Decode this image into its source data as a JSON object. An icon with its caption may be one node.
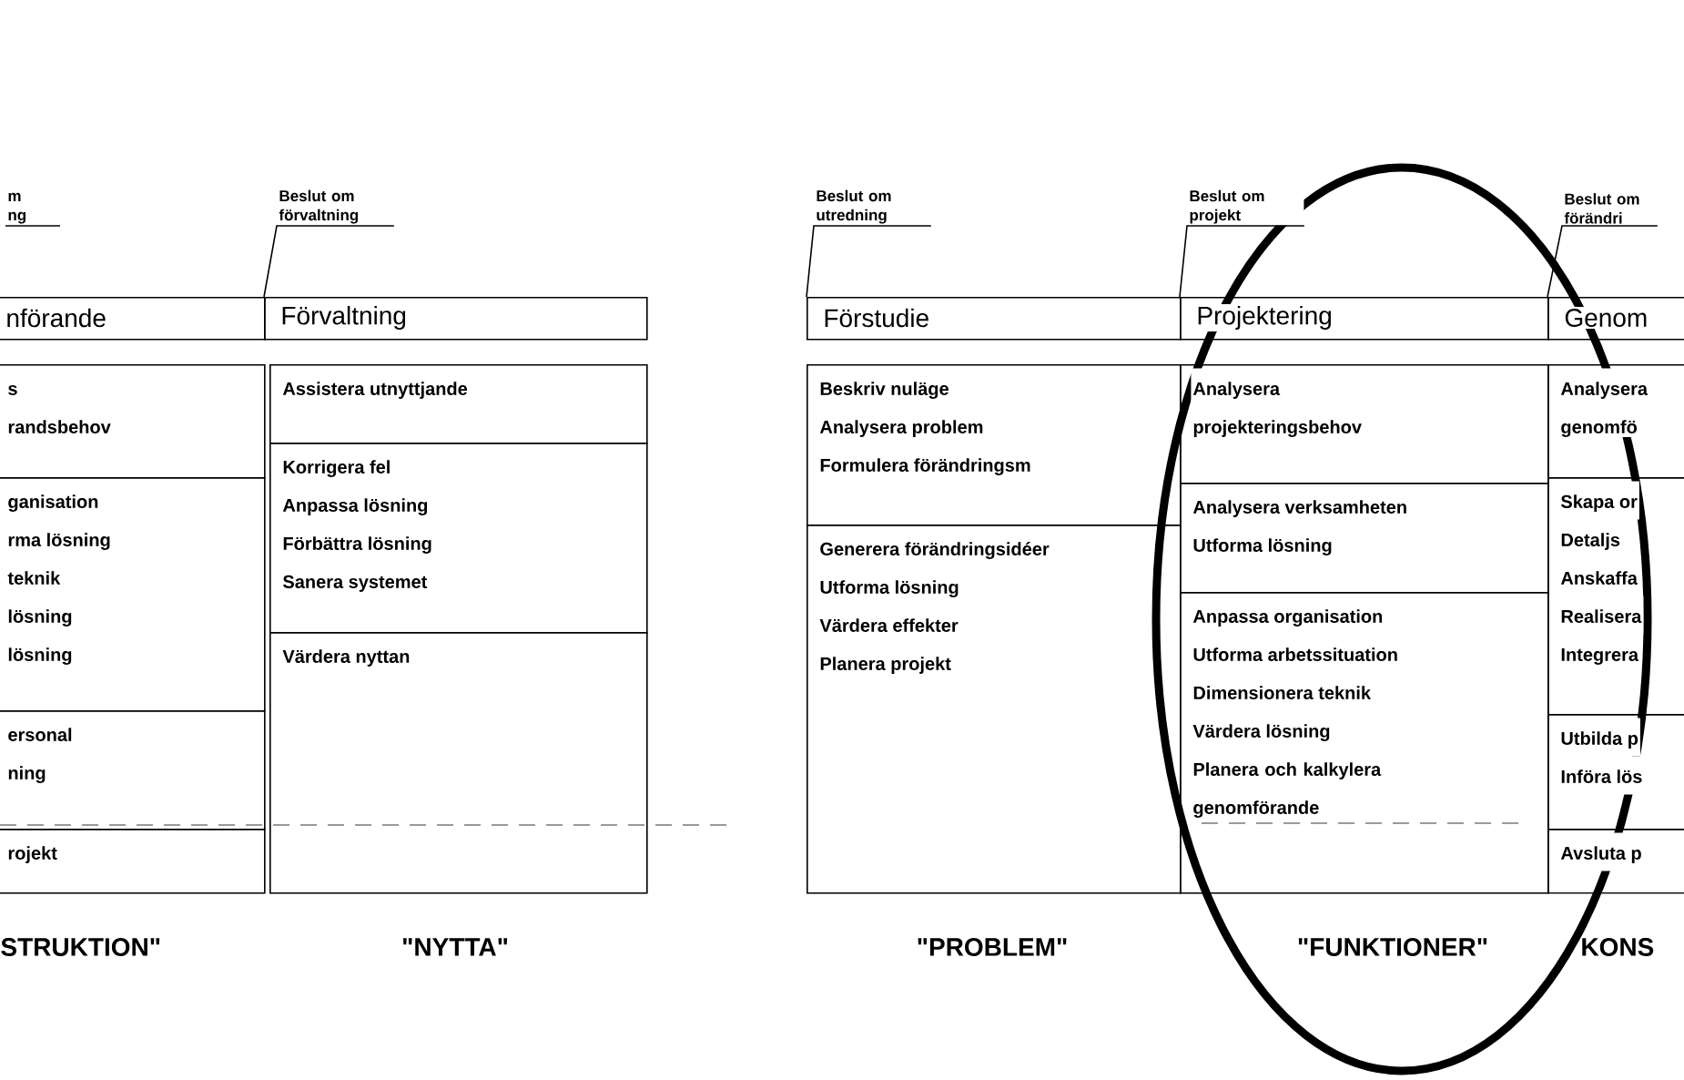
{
  "diagram": {
    "nodes": [
      {
        "text": [
          "m ng"
        ]
      },
      {
        "text": [
          "Beslut om förvaltning"
        ]
      },
      {
        "text": [
          "Beslut om utredning"
        ]
      },
      {
        "text": [
          "Beslut om projekt"
        ]
      },
      {
        "text": [
          "Beslut om förändri"
        ]
      },
      {
        "text": [
          "nförande"
        ]
      },
      {
        "text": [
          "Förvaltning"
        ]
      },
      {
        "text": [
          "Förstudie"
        ]
      },
      {
        "text": [
          "Projektering"
        ]
      },
      {
        "text": [
          "Genom"
        ]
      },
      {
        "text": [
          "s",
          "randsbehov"
        ]
      },
      {
        "text": [
          "ganisation",
          "rma lösning",
          "teknik",
          "lösning",
          "lösning"
        ]
      },
      {
        "text": [
          "ersonal",
          "ning"
        ]
      },
      {
        "text": [
          "rojekt"
        ]
      },
      {
        "text": [
          "Assistera utnyttjande"
        ]
      },
      {
        "text": [
          "Korrigera fel",
          "Anpassa lösning",
          "Förbättra lösning",
          "Sanera systemet"
        ]
      },
      {
        "text": [
          "Värdera nyttan"
        ]
      },
      {
        "text": [
          "Beskriv nuläge",
          "Analysera problem",
          "Formulera förändringsm"
        ]
      },
      {
        "text": [
          "Generera förändringsidéer",
          "Utforma lösning",
          "Värdera effekter",
          "Planera projekt"
        ]
      },
      {
        "text": [
          "Analysera projekteringsbehov"
        ]
      },
      {
        "text": [
          "Analysera verksamheten",
          "Utforma lösning"
        ]
      },
      {
        "text": [
          "Anpassa organisation",
          "Utforma arbetssituation",
          "Dimensionera teknik",
          "Värdera lösning",
          "Planera och kalkylera genomförande"
        ]
      },
      {
        "text": [
          "Analysera genomfö"
        ]
      },
      {
        "text": [
          "Skapa or",
          "Detaljs",
          "Anskaffa",
          "Realisera",
          "Integrera"
        ]
      },
      {
        "text": [
          "Utbilda p",
          "Införa lös"
        ]
      },
      {
        "text": [
          "Avsluta p"
        ]
      }
    ],
    "edges": [
      {
        "from": 1,
        "to": 6,
        "arrow": "none"
      },
      {
        "from": 2,
        "to": 7,
        "arrow": "none"
      },
      {
        "from": 3,
        "to": 8,
        "arrow": "none"
      },
      {
        "from": 4,
        "to": 9,
        "arrow": "none"
      }
    ],
    "labels": [
      "STRUKTION\"",
      "\"NYTTA\"",
      "\"PROBLEM\"",
      "\"FUNKTIONER\"",
      "KONS"
    ]
  }
}
